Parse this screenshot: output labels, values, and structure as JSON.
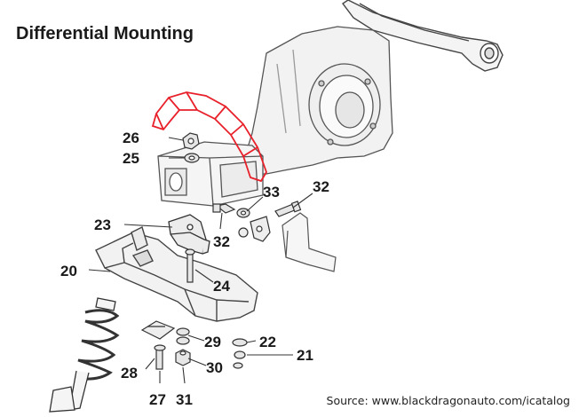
{
  "diagram": {
    "title": "Differential Mounting",
    "source": "Source: www.blackdragonauto.com/icatalog",
    "highlight_color": "#e8202a",
    "line_color": "#333333",
    "parts": [
      {
        "id": "p26",
        "label": "26"
      },
      {
        "id": "p25",
        "label": "25"
      },
      {
        "id": "p33",
        "label": "33"
      },
      {
        "id": "p32a",
        "label": "32"
      },
      {
        "id": "p23",
        "label": "23"
      },
      {
        "id": "p32b",
        "label": "32"
      },
      {
        "id": "p20",
        "label": "20"
      },
      {
        "id": "p24",
        "label": "24"
      },
      {
        "id": "p29",
        "label": "29"
      },
      {
        "id": "p22",
        "label": "22"
      },
      {
        "id": "p21",
        "label": "21"
      },
      {
        "id": "p28",
        "label": "28"
      },
      {
        "id": "p30",
        "label": "30"
      },
      {
        "id": "p27",
        "label": "27"
      },
      {
        "id": "p31",
        "label": "31"
      }
    ]
  }
}
